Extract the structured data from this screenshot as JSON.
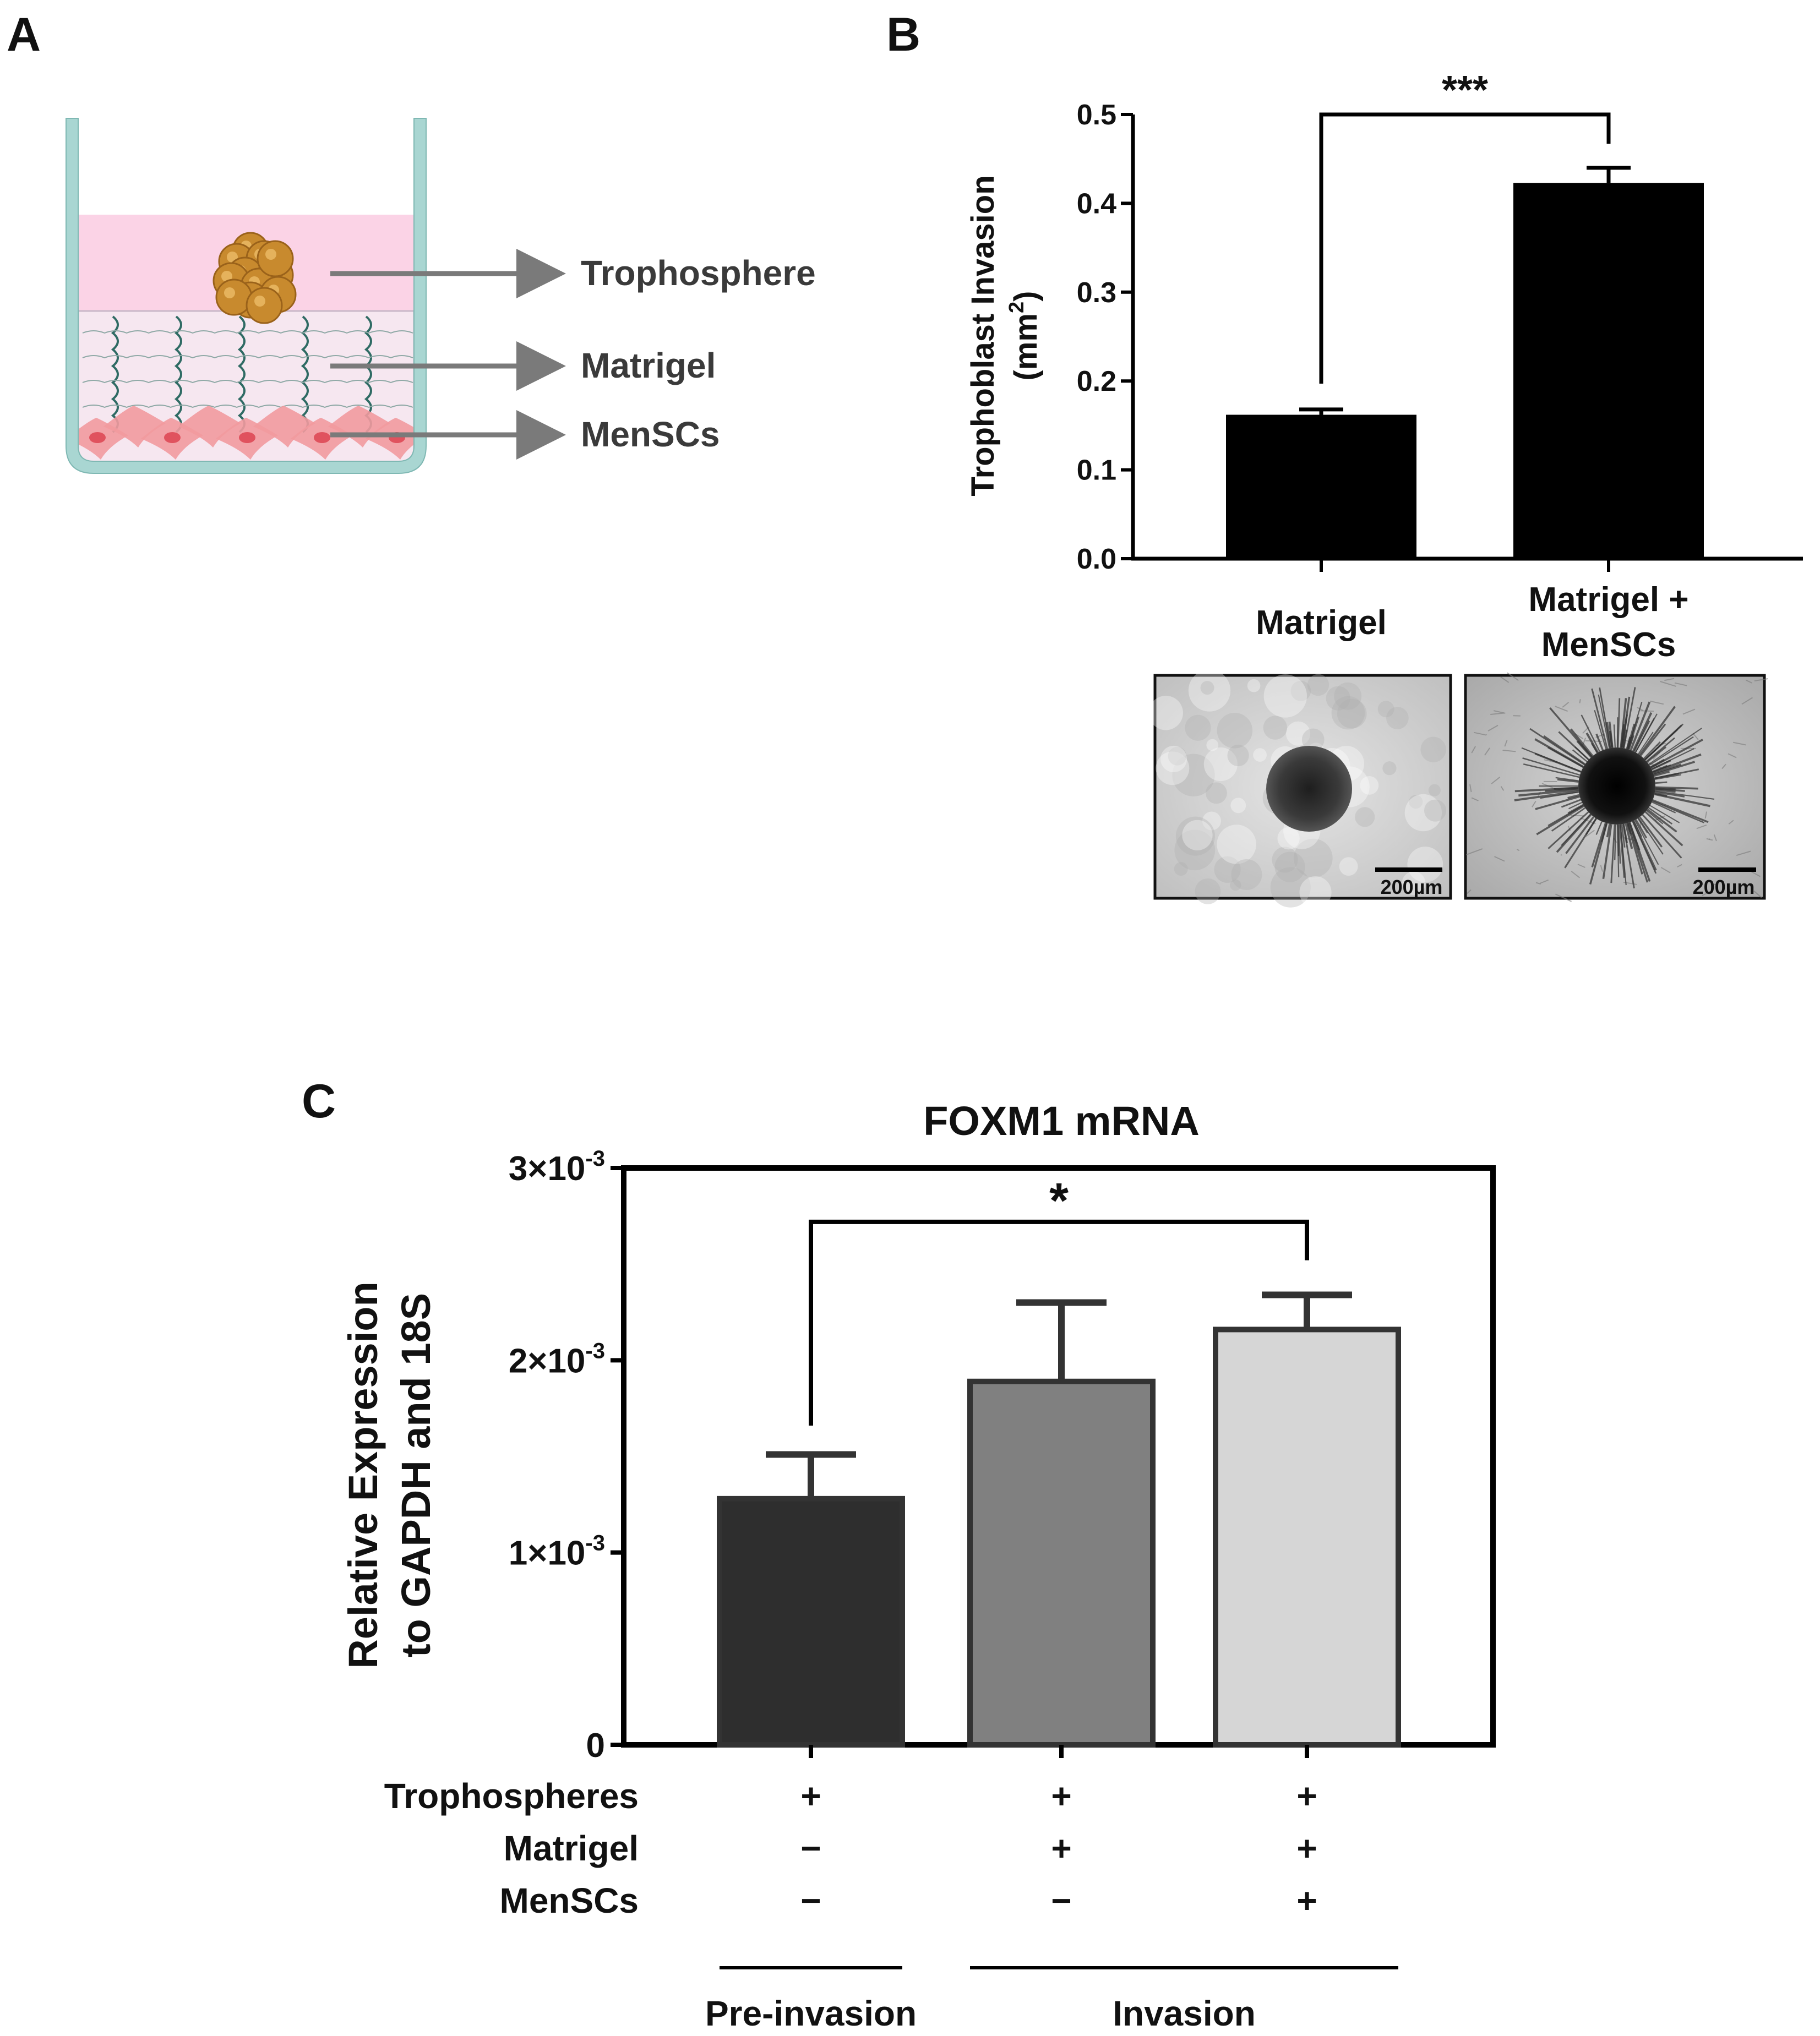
{
  "panels": {
    "a": {
      "letter": "A"
    },
    "b": {
      "letter": "B"
    },
    "c": {
      "letter": "C"
    }
  },
  "schematic": {
    "labels": [
      "Trophosphere",
      "Matrigel",
      "MenSCs"
    ],
    "colors": {
      "well": "#a9d6d2",
      "medium": "#fbd3e6",
      "gel": "#f6e7f0",
      "fiber": "#2f6b64",
      "spheroid": "#c88a2e",
      "cell": "#f29a9e",
      "arrow": "#7a7a7a"
    }
  },
  "micrographs": {
    "scale_bar": "200µm",
    "images": [
      {
        "condition": "Matrigel"
      },
      {
        "condition": "Matrigel + MenSCs"
      }
    ]
  },
  "chart_data": [
    {
      "type": "bar",
      "panel": "B",
      "title": "",
      "xlabel": "",
      "ylabel_line1": "Trophoblast Invasion",
      "ylabel_line2_prefix": "(mm",
      "ylabel_line2_sup": "2",
      "ylabel_line2_suffix": ")",
      "categories": [
        {
          "line1": "Matrigel",
          "line2": ""
        },
        {
          "line1": "Matrigel +",
          "line2": "MenSCs"
        }
      ],
      "values": [
        0.162,
        0.423
      ],
      "errors": [
        0.006,
        0.017
      ],
      "bar_colors": [
        "#000000",
        "#000000"
      ],
      "ylim": [
        0,
        0.5
      ],
      "yticks": [
        {
          "value": 0.0,
          "label": "0.0"
        },
        {
          "value": 0.1,
          "label": "0.1"
        },
        {
          "value": 0.2,
          "label": "0.2"
        },
        {
          "value": 0.3,
          "label": "0.3"
        },
        {
          "value": 0.4,
          "label": "0.4"
        },
        {
          "value": 0.5,
          "label": "0.5"
        }
      ],
      "significance": {
        "from": 0,
        "to": 1,
        "label": "***",
        "y": 0.5
      }
    },
    {
      "type": "bar",
      "panel": "C",
      "title": "FOXM1 mRNA",
      "ylabel_line1": "Relative Expression",
      "ylabel_line2": "to GAPDH and 18S",
      "values": [
        0.00128,
        0.00189,
        0.00216
      ],
      "errors": [
        0.00023,
        0.00041,
        0.00018
      ],
      "bar_colors": [
        "#2e2e2e",
        "#808080",
        "#d6d6d6"
      ],
      "ylim": [
        0,
        0.003
      ],
      "yticks": [
        {
          "value": 0,
          "label": "0",
          "exp": ""
        },
        {
          "value": 0.001,
          "label": "1×10",
          "exp": "-3"
        },
        {
          "value": 0.002,
          "label": "2×10",
          "exp": "-3"
        },
        {
          "value": 0.003,
          "label": "3×10",
          "exp": "-3"
        }
      ],
      "significance": {
        "from": 0,
        "to": 2,
        "label": "*",
        "y": 0.00272
      },
      "conditions": [
        {
          "name": "Trophospheres",
          "marks": [
            "+",
            "+",
            "+"
          ]
        },
        {
          "name": "Matrigel",
          "marks": [
            "−",
            "+",
            "+"
          ]
        },
        {
          "name": "MenSCs",
          "marks": [
            "−",
            "−",
            "+"
          ]
        }
      ],
      "groups": [
        {
          "label": "Pre-invasion",
          "from": 0,
          "to": 0
        },
        {
          "label": "Invasion",
          "from": 1,
          "to": 2
        }
      ]
    }
  ]
}
